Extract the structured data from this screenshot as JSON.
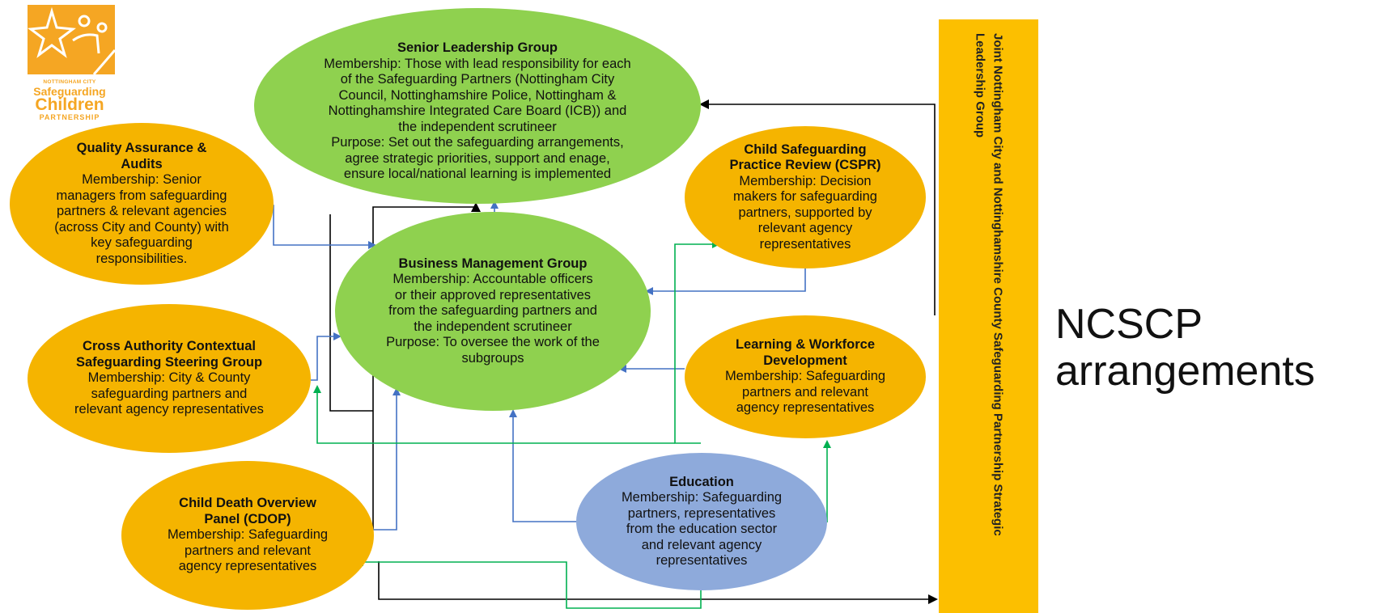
{
  "logo": {
    "line1": "NOTTINGHAM CITY",
    "line2": "Safeguarding",
    "line3": "Children",
    "line4": "PARTNERSHIP"
  },
  "slg": {
    "title": "Senior Leadership Group",
    "lines": [
      "Membership: Those with lead responsibility for each",
      "of the Safeguarding Partners (Nottingham City",
      "Council, Nottinghamshire Police, Nottingham &",
      "Nottinghamshire Integrated Care Board (ICB)) and",
      "the independent scrutineer",
      "Purpose: Set out the safeguarding arrangements,",
      "agree strategic priorities, support and enage,",
      "ensure local/national learning is implemented"
    ]
  },
  "qaa": {
    "title": [
      "Quality Assurance &",
      "Audits"
    ],
    "lines": [
      "Membership: Senior",
      "managers from safeguarding",
      "partners & relevant agencies",
      "(across City and County) with",
      "key safeguarding",
      "responsibilities."
    ]
  },
  "bmg": {
    "title": "Business Management Group",
    "lines": [
      "Membership: Accountable officers",
      "or their approved representatives",
      "from the safeguarding partners and",
      "the independent scrutineer",
      "Purpose: To oversee the work of the",
      "subgroups"
    ]
  },
  "cspr": {
    "title": [
      "Child Safeguarding",
      "Practice Review (CSPR)"
    ],
    "lines": [
      "Membership: Decision",
      "makers for safeguarding",
      "partners, supported by",
      "relevant agency",
      "representatives"
    ]
  },
  "cac": {
    "title": [
      "Cross Authority Contextual",
      "Safeguarding Steering Group"
    ],
    "lines": [
      "Membership: City & County",
      "safeguarding partners and",
      "relevant agency representatives"
    ]
  },
  "lwd": {
    "title": [
      "Learning & Workforce",
      "Development"
    ],
    "lines": [
      "Membership: Safeguarding",
      "partners and relevant",
      "agency representatives"
    ]
  },
  "cdop": {
    "title": [
      "Child Death Overview",
      "Panel (CDOP)"
    ],
    "lines": [
      "Membership: Safeguarding",
      "partners and relevant",
      "agency representatives"
    ]
  },
  "edu": {
    "title": "Education",
    "lines": [
      "Membership: Safeguarding",
      "partners, representatives",
      "from the education sector",
      "and relevant agency",
      "representatives"
    ]
  },
  "sidebar": {
    "text": "Joint Nottingham City and Nottinghamshire County Safeguarding Partnership Strategic Leadership Group"
  },
  "heading": {
    "line1": "NCSCP",
    "line2": "arrangements"
  },
  "colors": {
    "green_node": "#8fd14f",
    "orange_node": "#f5b400",
    "blue_node": "#8eaadb",
    "bar": "#fcbf00",
    "connector_blue": "#4472c4",
    "connector_green": "#00b050",
    "connector_black": "#000000"
  }
}
